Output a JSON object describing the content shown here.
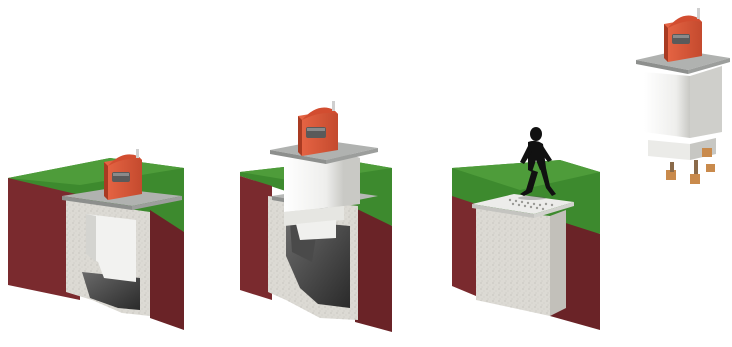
{
  "diagram": {
    "stages": [
      {
        "id": "stage-1",
        "state": "unit-lowered-into-shaft"
      },
      {
        "id": "stage-2",
        "state": "unit-partially-raised"
      },
      {
        "id": "stage-3",
        "state": "shaft-closed-with-walkable-cover"
      },
      {
        "id": "stage-4",
        "state": "unit-removed-and-lifted"
      }
    ],
    "colors": {
      "grass": "#3d8a2e",
      "grass_light": "#5aa844",
      "soil": "#7a2a2e",
      "soil_dark": "#5e1e22",
      "concrete": "#d8d6d0",
      "cabinet_white": "#f4f4f2",
      "cabinet_shade": "#c9c9c6",
      "lid_grey": "#a9aba9",
      "unit_orange": "#e0583a",
      "unit_orange_dark": "#b23e24",
      "shaft_dark": "#3a3a3a",
      "tan_feet": "#c98a4c",
      "person": "#111111"
    }
  }
}
